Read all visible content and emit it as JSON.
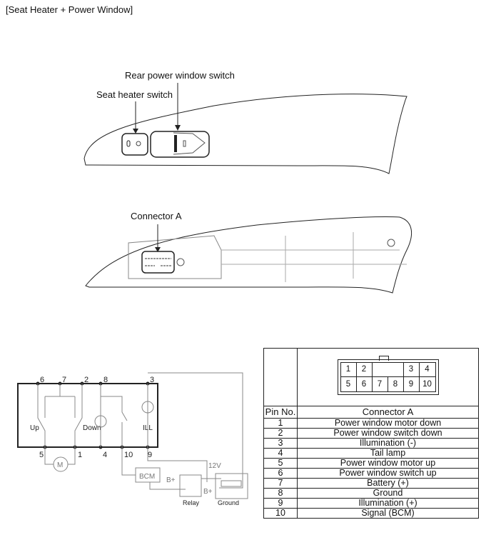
{
  "title": "[Seat Heater + Power Window]",
  "top_view": {
    "labels": {
      "rear_power_window_switch": "Rear power window switch",
      "seat_heater_switch": "Seat heater switch"
    }
  },
  "bottom_view": {
    "labels": {
      "connector_a": "Connector A"
    }
  },
  "schematic": {
    "pins_top": [
      "6",
      "7",
      "2",
      "8",
      "3"
    ],
    "pins_bottom": [
      "5",
      "1",
      "4",
      "10",
      "9"
    ],
    "labels": {
      "up": "Up",
      "down": "Down",
      "ill": "ILL",
      "motor": "M",
      "bcm": "BCM",
      "relay": "Relay",
      "ground": "Ground",
      "voltage": "12V",
      "b_plus_1": "B+",
      "b_plus_2": "B+"
    }
  },
  "pin_table": {
    "connector_layout": {
      "row1": [
        "1",
        "2",
        "",
        "",
        "3",
        "4"
      ],
      "row2": [
        "5",
        "6",
        "7",
        "8",
        "9",
        "10"
      ]
    },
    "headers": {
      "pin": "Pin No.",
      "connector": "Connector A"
    },
    "rows": [
      {
        "pin": "1",
        "desc": "Power window motor down"
      },
      {
        "pin": "2",
        "desc": "Power window switch down"
      },
      {
        "pin": "3",
        "desc": "Illumination (-)"
      },
      {
        "pin": "4",
        "desc": "Tail lamp"
      },
      {
        "pin": "5",
        "desc": "Power window motor up"
      },
      {
        "pin": "6",
        "desc": "Power window switch up"
      },
      {
        "pin": "7",
        "desc": "Battery (+)"
      },
      {
        "pin": "8",
        "desc": "Ground"
      },
      {
        "pin": "9",
        "desc": "Illumination (+)"
      },
      {
        "pin": "10",
        "desc": "Signal (BCM)"
      }
    ]
  }
}
